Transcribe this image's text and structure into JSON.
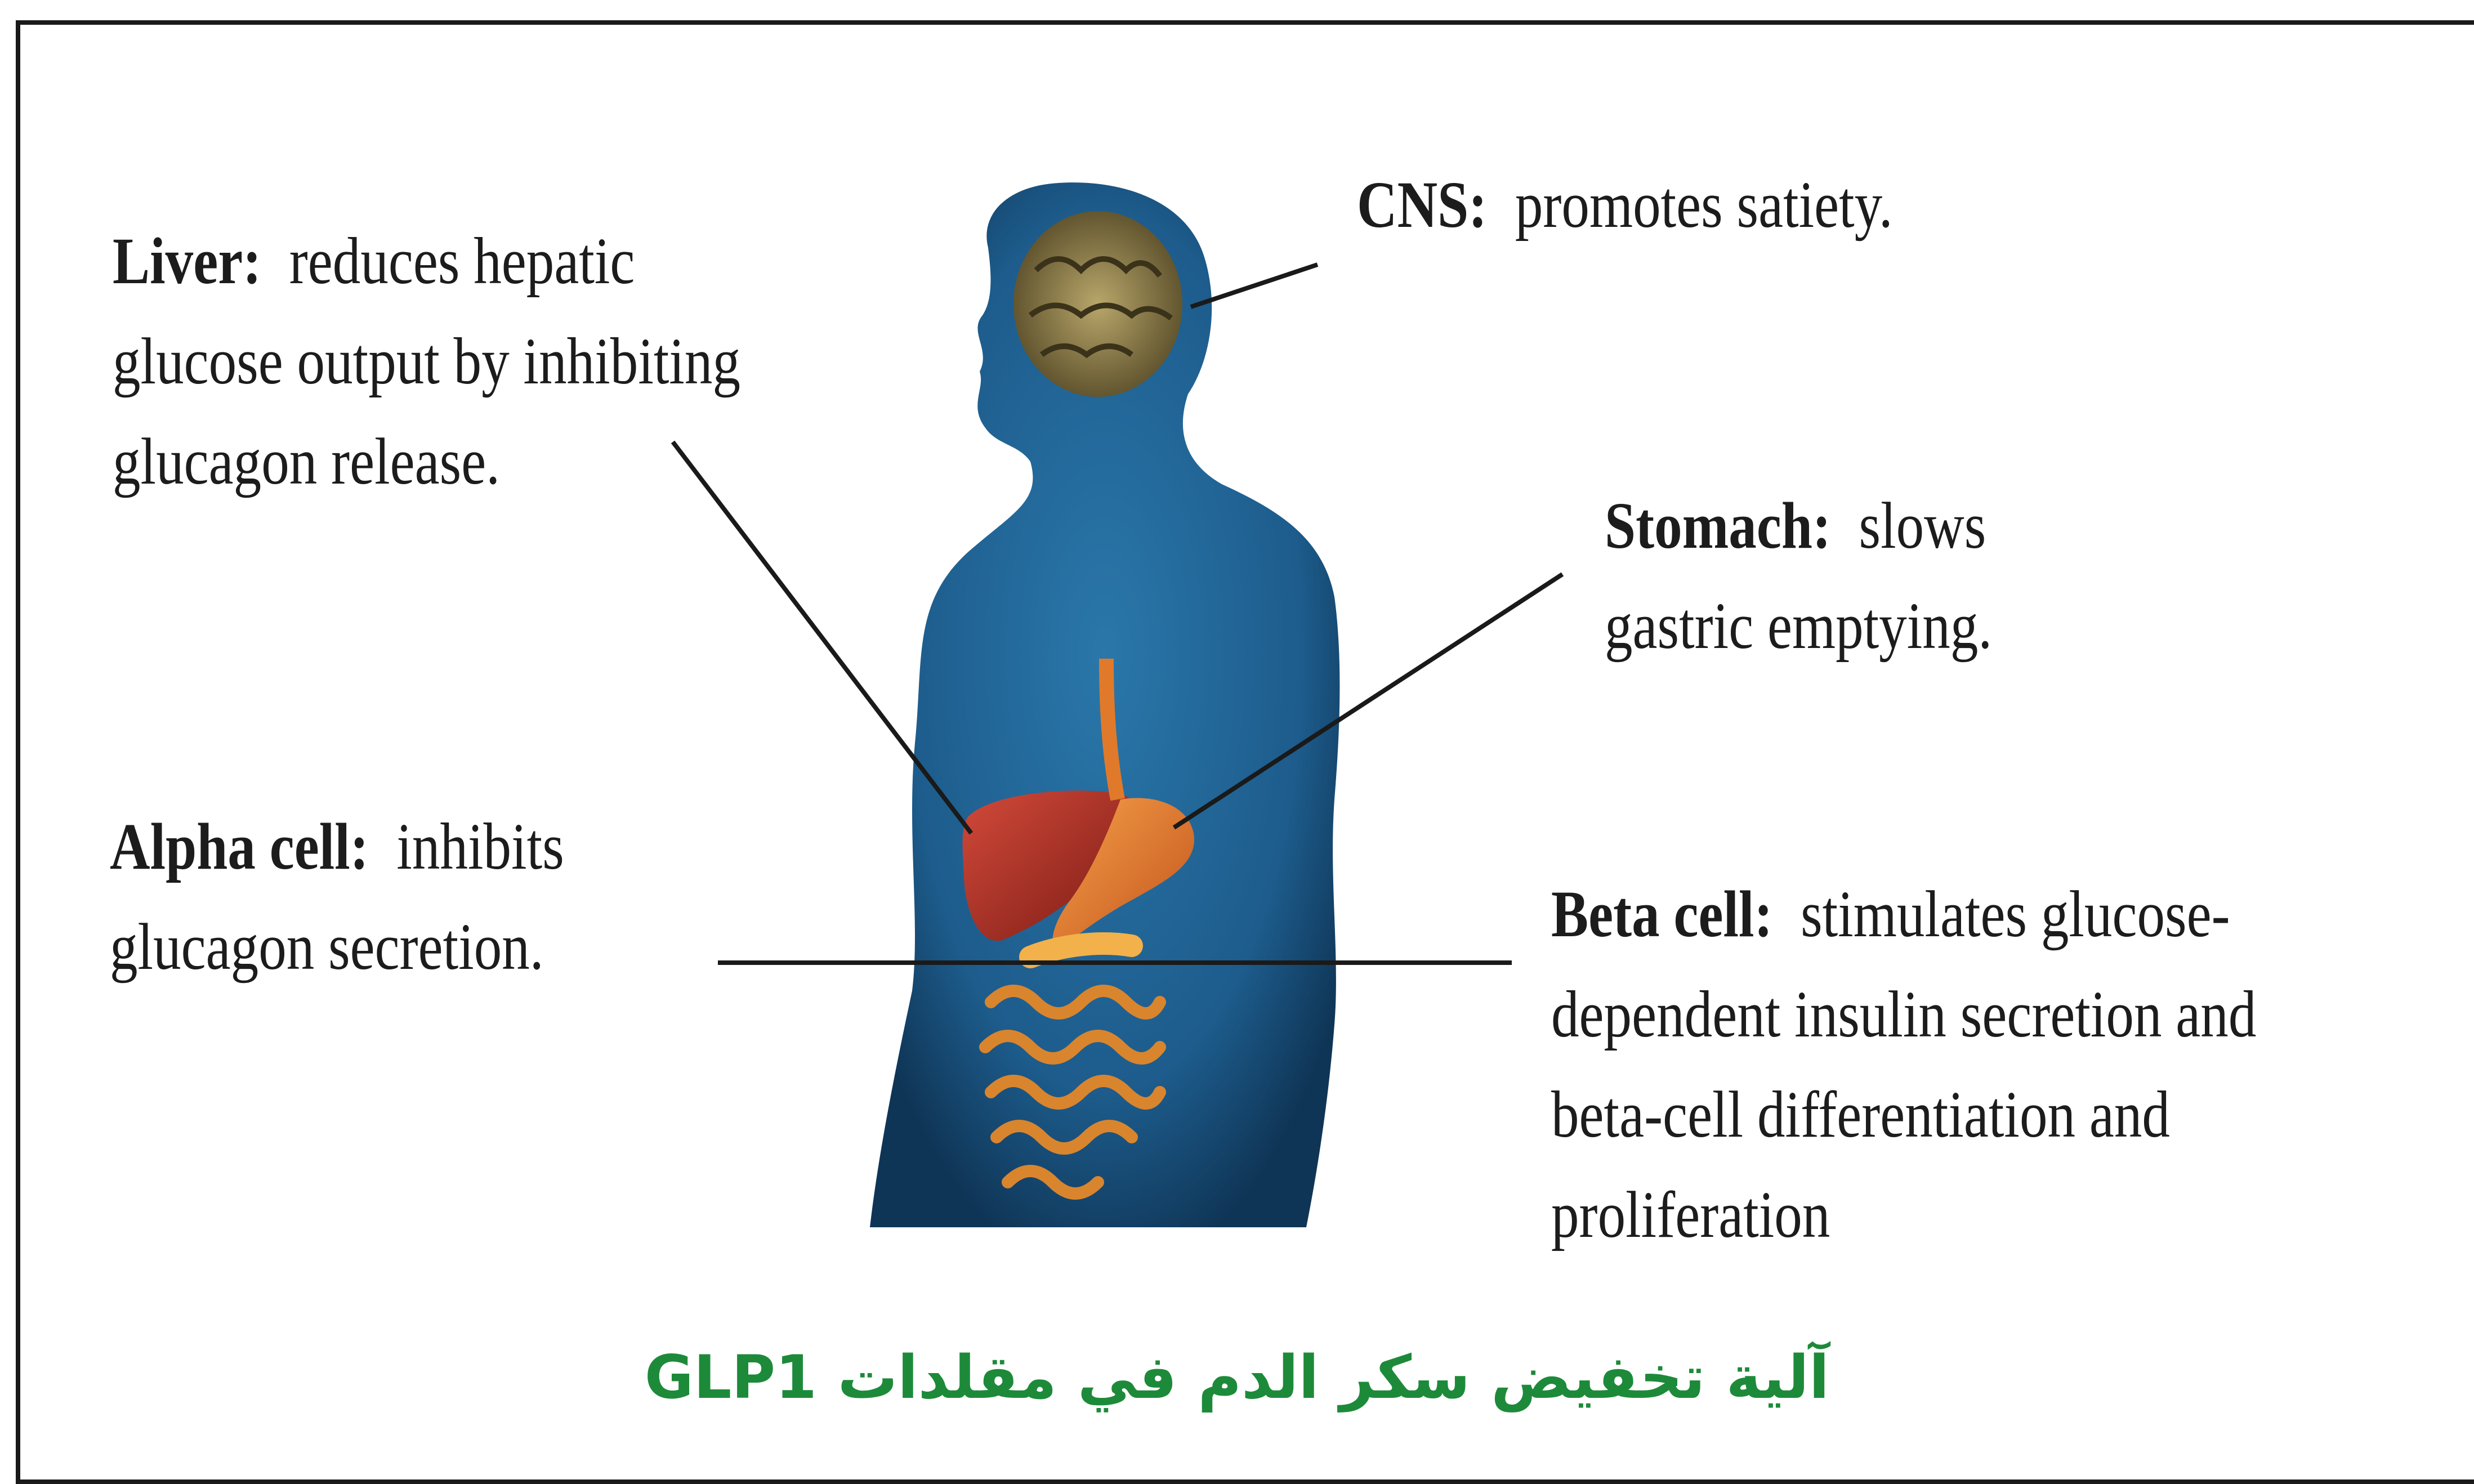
{
  "annotations": {
    "cns": {
      "organ": "CNS:",
      "lines": [
        "promotes satiety."
      ]
    },
    "liver": {
      "organ": "Liver:",
      "lines": [
        "reduces hepatic",
        "glucose output by inhibiting",
        "glucagon release."
      ]
    },
    "stomach": {
      "organ": "Stomach:",
      "lines": [
        "slows",
        "gastric emptying."
      ]
    },
    "alpha_cell": {
      "organ": "Alpha cell:",
      "lines": [
        "inhibits",
        "glucagon secretion."
      ]
    },
    "beta_cell": {
      "organ": "Beta cell:",
      "lines": [
        "stimulates glucose-",
        "dependent insulin secretion and",
        "beta-cell differentiation and",
        "proliferation"
      ]
    }
  },
  "caption": "آلية تخفيض سكر الدم في مقلدات GLP1",
  "colors": {
    "body": "#1d5c8c",
    "brain": "#8a7a4a",
    "liver": "#b5312a",
    "stomach": "#e07a2a",
    "intestine": "#d9852e",
    "caption": "#1d8a3a"
  }
}
